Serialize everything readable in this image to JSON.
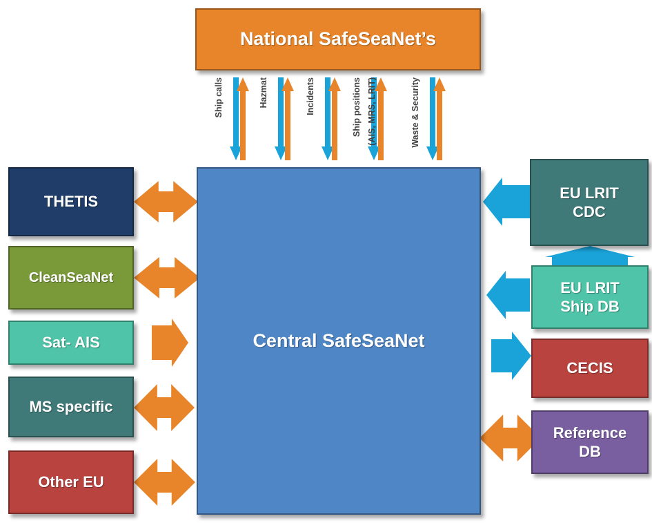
{
  "colors": {
    "orange": "#e8852a",
    "central": "#4f86c6",
    "blue_arrow": "#1aa3d8",
    "thetis": "#1f3d68",
    "cleanseanet": "#7a9a3a",
    "satais": "#4fc4a8",
    "msspecific": "#3f7a78",
    "othereu": "#b8433f",
    "eulrit_cdc": "#3f7a78",
    "eulrit_shipdb": "#4fc4a8",
    "cecis": "#b8433f",
    "referencedb": "#7a5fa0"
  },
  "top": {
    "label": "National SafeSeaNet’s"
  },
  "central": {
    "label": "Central SafeSeaNet",
    "icons": [
      "gears-icon",
      "database-icon"
    ]
  },
  "flows": [
    {
      "label": "Ship calls"
    },
    {
      "label": "Hazmat"
    },
    {
      "label": "Incidents"
    },
    {
      "label": "Ship positions",
      "sublabel": "(AIS, MRS, LRIT)"
    },
    {
      "label": "Waste &  Security"
    }
  ],
  "left_systems": [
    {
      "label": "THETIS",
      "connection": "bidirectional"
    },
    {
      "label": "CleanSeaNet",
      "connection": "bidirectional"
    },
    {
      "label": "Sat- AIS",
      "connection": "inbound"
    },
    {
      "label": "MS specific",
      "connection": "bidirectional"
    },
    {
      "label": "Other EU",
      "connection": "bidirectional"
    }
  ],
  "right_systems": [
    {
      "label": "EU LRIT\nCDC",
      "connection": "inbound"
    },
    {
      "label": "EU LRIT\nShip DB",
      "connection": "inbound"
    },
    {
      "label": "CECIS",
      "connection": "outbound"
    },
    {
      "label": "Reference\nDB",
      "connection": "bidirectional"
    }
  ]
}
